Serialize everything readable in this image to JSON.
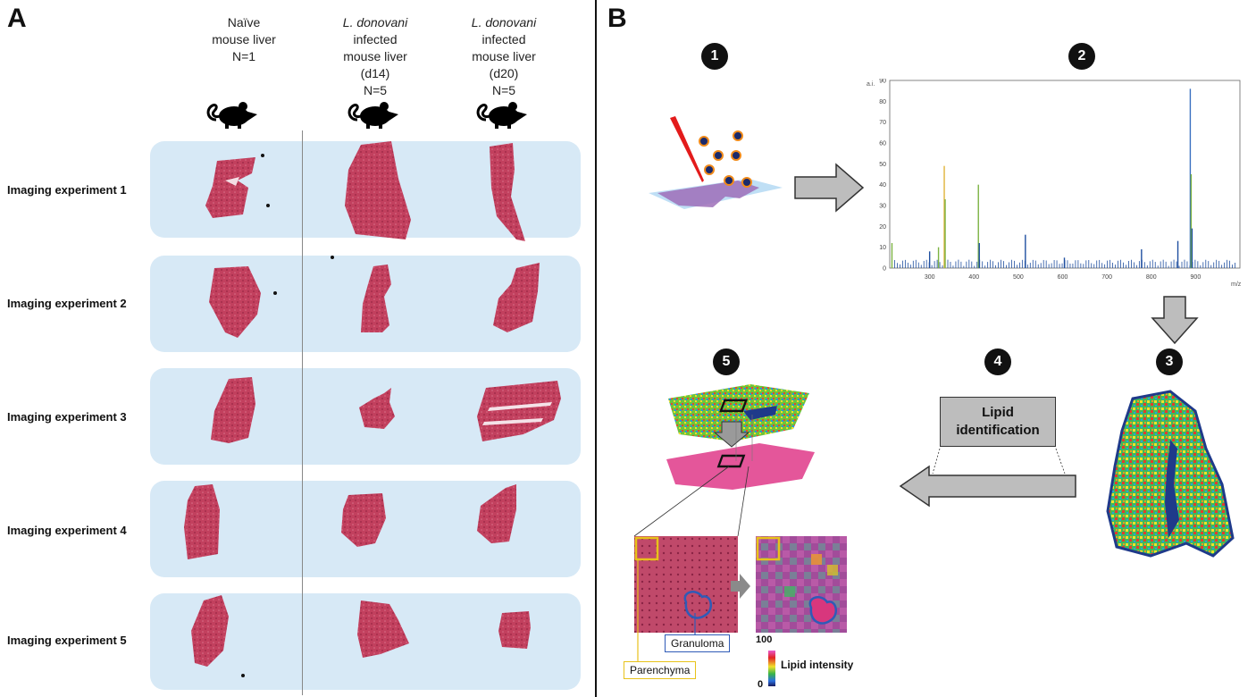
{
  "panel_a": {
    "letter": "A",
    "columns": [
      {
        "line1": "Naïve",
        "line2": "mouse liver",
        "line3": "N=1",
        "line4": "",
        "line5": ""
      },
      {
        "line1": "L. donovani",
        "line2": "infected",
        "line3": "mouse liver",
        "line4": "(d14)",
        "line5": "N=5"
      },
      {
        "line1": "L. donovani",
        "line2": "infected",
        "line3": "mouse liver",
        "line4": "(d20)",
        "line5": "N=5"
      }
    ],
    "rows": [
      "Imaging experiment 1",
      "Imaging experiment 2",
      "Imaging experiment 3",
      "Imaging experiment 4",
      "Imaging experiment 5"
    ],
    "icons": [
      "mouse-icon",
      "mouse-icon",
      "mouse-icon"
    ]
  },
  "panel_b": {
    "letter": "B",
    "steps": [
      "1",
      "2",
      "3",
      "4",
      "5"
    ],
    "spectrum": {
      "y_unit": "a.i.",
      "x_unit": "m/z",
      "y_ticks": [
        "0",
        "10",
        "20",
        "30",
        "40",
        "50",
        "60",
        "70",
        "80",
        "90"
      ],
      "x_ticks": [
        "300",
        "400",
        "500",
        "600",
        "700",
        "800",
        "900"
      ]
    },
    "lipid_label_line1": "Lipid",
    "lipid_label_line2": "identification",
    "granuloma_label": "Granuloma",
    "parenchyma_label": "Parenchyma",
    "scale_max": "100",
    "scale_min": "0",
    "scale_title": "Lipid intensity",
    "colors": {
      "tissue": "#c2405e",
      "row_bg": "#d7e9f6",
      "yellow_box": "#e8c21a",
      "blue_outline": "#2f5bb7"
    }
  }
}
